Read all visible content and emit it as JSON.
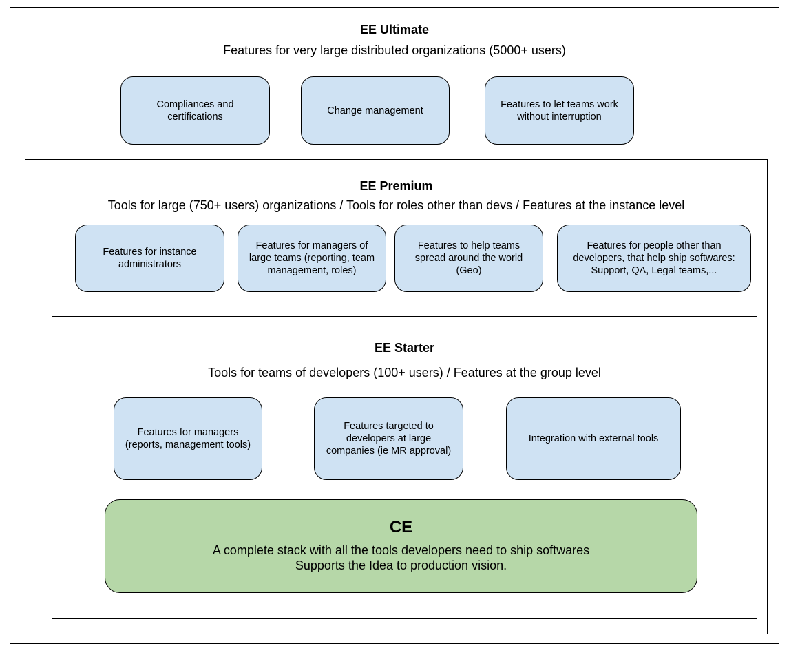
{
  "ultimate": {
    "title": "EE Ultimate",
    "subtitle": "Features for very large distributed organizations (5000+ users)",
    "cards": [
      "Compliances and\ncertifications",
      "Change management",
      "Features to let teams work\nwithout interruption"
    ]
  },
  "premium": {
    "title": "EE Premium",
    "subtitle": "Tools for large (750+ users) organizations / Tools for roles other than devs / Features at the instance level",
    "cards": [
      "Features for instance\nadministrators",
      "Features for managers of\nlarge teams (reporting, team\nmanagement, roles)",
      "Features to help teams\nspread around the world\n(Geo)",
      "Features for people other than\ndevelopers, that help ship softwares:\nSupport, QA, Legal teams,..."
    ]
  },
  "starter": {
    "title": "EE Starter",
    "subtitle": "Tools for teams of developers (100+ users) / Features at the group level",
    "cards": [
      "Features for managers\n(reports, management tools)",
      "Features targeted to\ndevelopers at large\ncompanies (ie MR approval)",
      "Integration with external tools"
    ]
  },
  "ce": {
    "title": "CE",
    "description": "A complete stack with all the tools developers need to ship softwares\nSupports the Idea to production vision."
  },
  "colors": {
    "card_fill": "#cfe2f3",
    "ce_fill": "#b6d7a8",
    "border": "#000000"
  }
}
